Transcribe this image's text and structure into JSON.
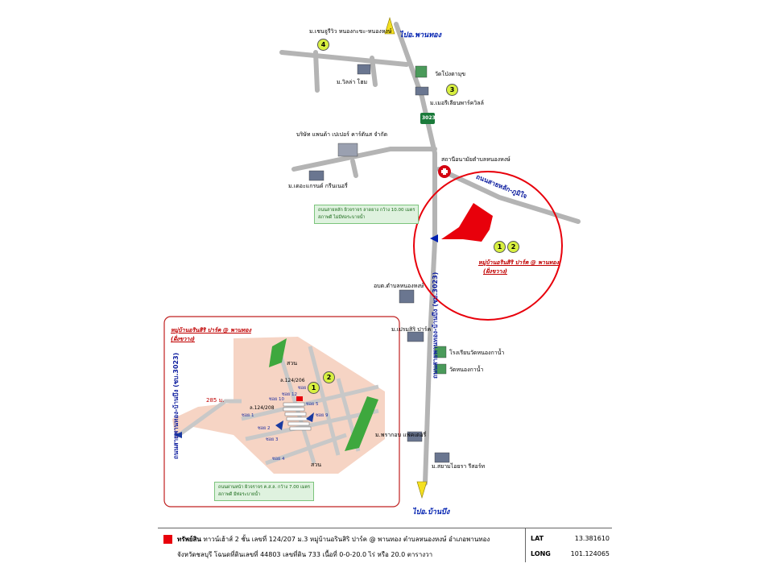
{
  "map": {
    "direction_top": "ไปอ.พานทอง",
    "direction_bottom": "ไปอ.บ้านบึง",
    "route_badge": "3023",
    "places": {
      "chanuri_view": "ม.เชนจูรีวิว หนองกะขะ-หนองหงษ์",
      "villa_home": "ม.วิลล่า โฮม",
      "wat_pong": "วัดโป่งตามุข",
      "maori_park": "ม.เมอรีเลียนพาร์ควิลล์",
      "panda_company": "บริษัท แพนด้า เปเปอร์ คาร์ตันส จำกัด",
      "health_station": "สถานีอนามัยตำบลหนองหงษ์",
      "grand_greenery": "ม.เดอะแกรนด์ กรีนเนอรี่",
      "obt": "อบต.ตำบลหนองหงษ์",
      "prem_sir_park": "ม.เปรมสิริ ปาร์ค",
      "school": "โรงเรียนวัดหนองกาน้ำ",
      "wat_nong": "วัดหนองกาน้ำ",
      "pracha_factory": "ม.พรากอบ แฟคเตอรี่",
      "siam_resort": "ม.สยามไอยรา รีสอร์ท"
    },
    "side_road": "ถนนสายหลัก-ภูมิใจ",
    "main_road": "ถนนสายพานทอง-บ้านบึง (ชบ.3023)",
    "note_upper_1": "ถนนสายหลัก ผิวจราจร ลาดยาง กว้าง 10.00 เมตร",
    "note_upper_2": "สภาพดี ไม่มีท่อระบายน้ำ",
    "project_name": "หมู่บ้านอรินสิริ ปาร์ค @ พานทอง",
    "project_zone": "(ฝั่งขวาง)",
    "badge_1": "1",
    "badge_2": "2",
    "badge_3": "3",
    "badge_4": "4"
  },
  "inset": {
    "title": "หมู่บ้านอรินสิริ ปาร์ค @ พานทอง",
    "zone": "(ฝั่งขวาง)",
    "distance": "285 ม.",
    "road": "ถนนสายพานทอง-บ้านบึง (ชบ.3023)",
    "park_1": "สวน",
    "park_2": "สวน",
    "lot_1": "ล.124/206",
    "lot_2": "ล.124/208",
    "soi_1": "ซอย 1",
    "soi_2": "ซอย 2",
    "soi_3": "ซอย 3",
    "soi_4": "ซอย 4",
    "soi_5": "ซอย 5",
    "soi_9": "ซอย 9",
    "soi_10": "ซอย 10",
    "soi_11": "ซอย 11",
    "soi_12": "ซอย 12",
    "note_1": "ถนนผ่านหน้า ผิวจราจร ค.ส.ล. กว้าง 7.00 เมตร",
    "note_2": "สภาพดี มีท่อระบายน้ำ"
  },
  "footer": {
    "label": "ทรัพย์สิน",
    "line1": "ทาวน์เฮ้าส์ 2 ชั้น เลขที่ 124/207 ม.3 หมู่บ้านอรินสิริ ปาร์ค @ พานทอง  ตำบลหนองหงษ์  อำเภอพานทอง",
    "line2": "จังหวัดชลบุรี   โฉนดที่ดินเลขที่ 44803 เลขที่ดิน 733 เนื้อที่ 0-0-20.0 ไร่ หรือ 20.0 ตารางวา",
    "lat_label": "LAT",
    "lat_value": "13.381610",
    "long_label": "LONG",
    "long_value": "101.124065"
  },
  "colors": {
    "marker": "#e8000b",
    "road": "#b4b4b4",
    "direction": "#0020b0",
    "inset_bg": "#f6d4c4",
    "park": "#3ea83e"
  }
}
